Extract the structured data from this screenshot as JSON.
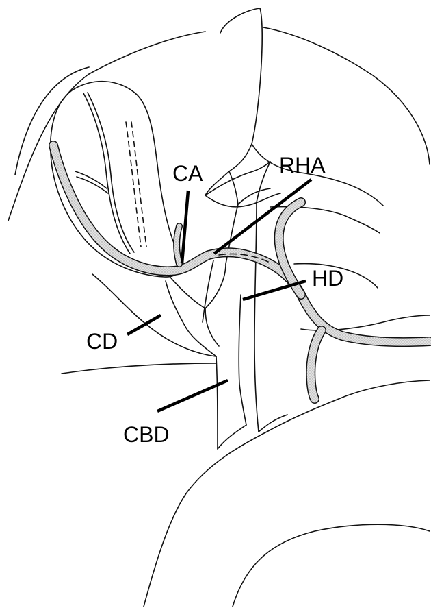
{
  "labels": {
    "ca": "CA",
    "rha": "RHA",
    "hd": "HD",
    "cd": "CD",
    "cbd": "CBD"
  },
  "colors": {
    "line": "#111111",
    "vessel_fill": "#d9d9d9",
    "background": "#ffffff"
  }
}
